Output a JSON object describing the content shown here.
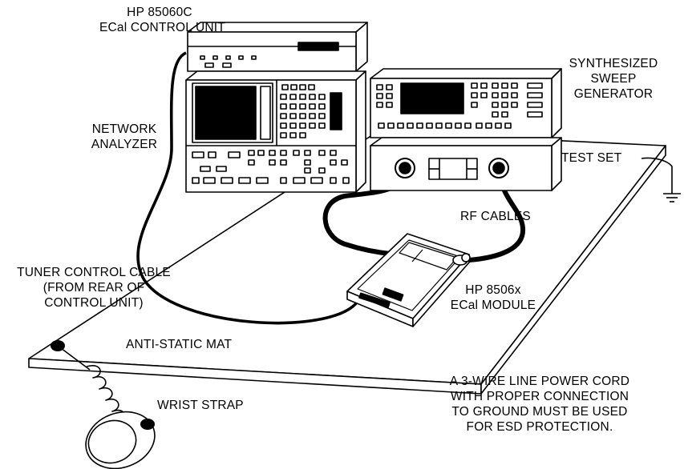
{
  "labels": {
    "control_unit": [
      "HP 85060C",
      "ECal CONTROL UNIT"
    ],
    "sweep_generator": [
      "SYNTHESIZED",
      "SWEEP",
      "GENERATOR"
    ],
    "network_analyzer": [
      "NETWORK",
      "ANALYZER"
    ],
    "test_set": "TEST SET",
    "rf_cables": "RF CABLES",
    "tuner_cable": [
      "TUNER CONTROL CABLE",
      "(FROM REAR OF",
      "CONTROL UNIT)"
    ],
    "ecal_module": [
      "HP 8506x",
      "ECal MODULE"
    ],
    "anti_static_mat": "ANTI-STATIC MAT",
    "wrist_strap": "WRIST STRAP",
    "power_note": [
      "A 3-WIRE LINE POWER CORD",
      "WITH PROPER CONNECTION",
      "TO GROUND MUST BE USED",
      "FOR ESD PROTECTION."
    ]
  }
}
